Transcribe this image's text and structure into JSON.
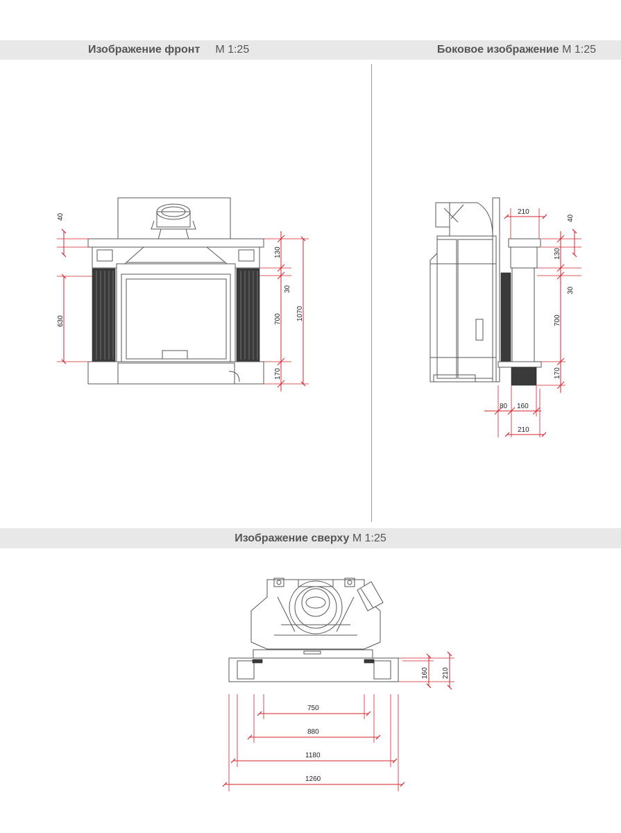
{
  "sections": {
    "front": {
      "title": "Изображение фронт",
      "scale": "М 1:25"
    },
    "side": {
      "title": "Боковое изображение",
      "scale": "М 1:25"
    },
    "top": {
      "title": "Изображение сверху",
      "scale": "М 1:25"
    }
  },
  "dims": {
    "front_40": "40",
    "front_630": "630",
    "front_130": "130",
    "front_30": "30",
    "front_700": "700",
    "front_170": "170",
    "front_1070": "1070",
    "side_210_top": "210",
    "side_40": "40",
    "side_130": "130",
    "side_30": "30",
    "side_700": "700",
    "side_170": "170",
    "side_80": "80",
    "side_160": "160",
    "side_210_bottom": "210",
    "top_160": "160",
    "top_210": "210",
    "top_750": "750",
    "top_880": "880",
    "top_1180": "1180",
    "top_1260": "1260"
  },
  "colors": {
    "dimension": "#d2222a",
    "header_bg": "#e8e8e8",
    "line": "#555555"
  }
}
